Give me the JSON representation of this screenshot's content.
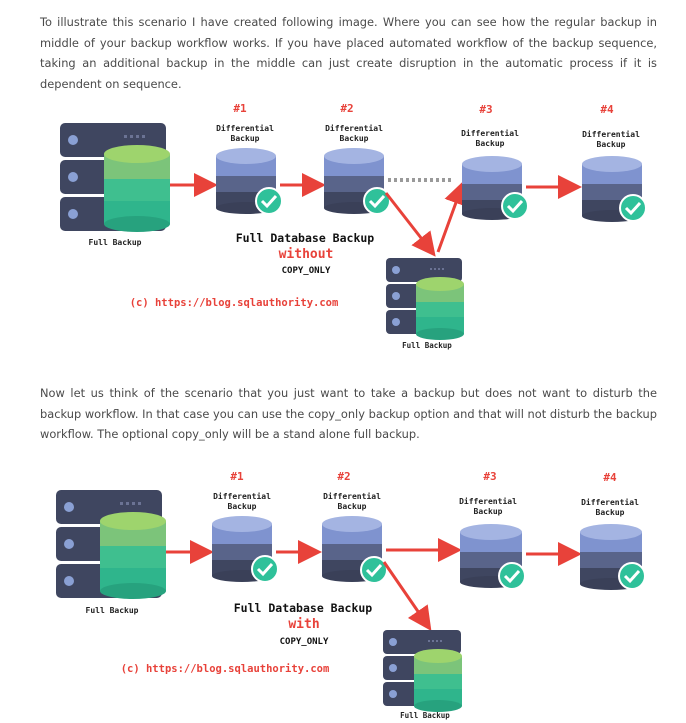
{
  "intro_paragraph": "To illustrate this scenario I have created following image. Where you can see how the regular backup in middle of your backup workflow works. If you have placed automated workflow of the backup sequence, taking an additional backup in the middle can just create disruption in the automatic process if it is dependent on sequence.",
  "second_paragraph": "Now let us think of the scenario that you just want to take a backup but does not want to disturb the backup workflow. In that case you can use the copy_only backup option and that will not disturb the backup workflow. The optional copy_only will be a stand alone full backup.",
  "colors": {
    "arrow": "#e8423a",
    "accent_text": "#e8423a",
    "server_body": "#3f4660",
    "db_blue": "#8fa3d6",
    "db_green": "#2fb58c",
    "check": "#2fc19a"
  },
  "diagram1": {
    "labels": [
      "#1",
      "#2",
      "#3",
      "#4"
    ],
    "differential_line1": "Differential",
    "differential_line2": "Backup",
    "full_backup_label": "Full Backup",
    "extra_full_backup_label": "Full Backup",
    "title": "Full Database Backup",
    "emphasis": "without",
    "option": "COPY_ONLY",
    "copyright": "(c) https://blog.sqlauthority.com"
  },
  "diagram2": {
    "labels": [
      "#1",
      "#2",
      "#3",
      "#4"
    ],
    "differential_line1": "Differential",
    "differential_line2": "Backup",
    "full_backup_label": "Full Backup",
    "extra_full_backup_label": "Full Backup",
    "title": "Full Database Backup",
    "emphasis": "with",
    "option": "COPY_ONLY",
    "copyright": "(c) https://blog.sqlauthority.com"
  }
}
